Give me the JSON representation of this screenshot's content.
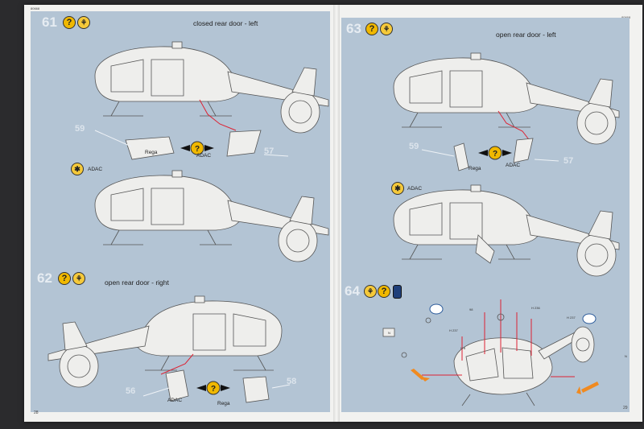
{
  "header": {
    "left_code": "80668",
    "right_code": "80668"
  },
  "steps": [
    {
      "num": "61",
      "title": "closed rear door - left",
      "part_a": "59",
      "part_b": "57",
      "label_a": "Rega",
      "label_b": "ADAC",
      "variant_label": "ADAC"
    },
    {
      "num": "62",
      "title": "open rear door - right",
      "part_a": "56",
      "part_b": "58",
      "label_a": "ADAC",
      "label_b": "Rega"
    },
    {
      "num": "63",
      "title": "open rear door - left",
      "part_a": "59",
      "part_b": "57",
      "label_a": "Rega",
      "label_b": "ADAC",
      "variant_label": "ADAC"
    },
    {
      "num": "64",
      "callouts": [
        "H 236",
        "H 237",
        "H 237",
        "H 6",
        "N",
        "N",
        "98"
      ]
    }
  ],
  "footer": {
    "left_page": "28",
    "right_page": "29"
  },
  "colors": {
    "panel": "#b3c4d4",
    "question": "#f0b800",
    "accent": "#d23",
    "arrow": "#f08a20"
  }
}
